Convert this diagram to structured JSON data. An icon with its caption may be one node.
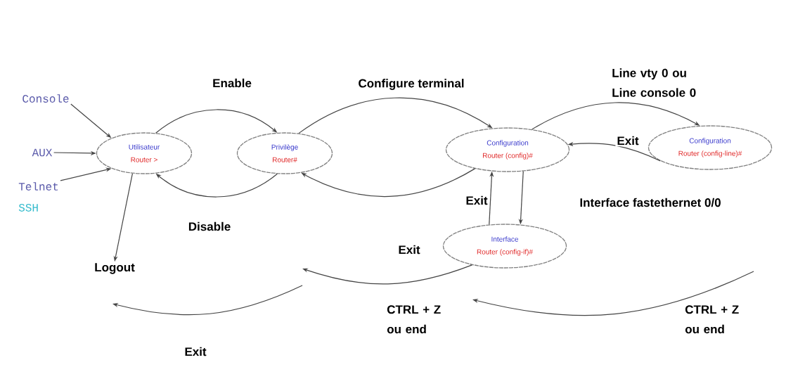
{
  "diagram": {
    "nodes": [
      {
        "text": [
          "Console"
        ]
      },
      {
        "text": [
          "AUX"
        ]
      },
      {
        "text": [
          "Telnet",
          "SSH"
        ]
      },
      {
        "text": [
          "Utilisateur",
          "Router >"
        ]
      },
      {
        "text": [
          "Privilège",
          "Router#"
        ]
      },
      {
        "text": [
          "Configuration",
          "Router (config)#"
        ]
      },
      {
        "text": [
          "Configuration",
          "Router (config-line)#"
        ]
      },
      {
        "text": [
          "Interface",
          "Router (config-if)#"
        ]
      },
      {
        "text": [
          "Logout"
        ]
      }
    ],
    "edges": [
      {
        "from": 0,
        "to": 3,
        "arrow": "to"
      },
      {
        "from": 1,
        "to": 3,
        "arrow": "to"
      },
      {
        "from": 2,
        "to": 3,
        "arrow": "to"
      },
      {
        "from": 3,
        "to": 8,
        "arrow": "to"
      },
      {
        "from": 3,
        "to": 4,
        "arrow": "to",
        "label": "Enable"
      },
      {
        "from": 4,
        "to": 3,
        "arrow": "to",
        "label": "Disable"
      },
      {
        "from": 4,
        "to": 5,
        "arrow": "to",
        "label": "Configure terminal"
      },
      {
        "from": 5,
        "to": 4,
        "arrow": "to",
        "label": "Exit"
      },
      {
        "from": 5,
        "to": 6,
        "arrow": "to",
        "label": "Line vty 0 ou Line console 0"
      },
      {
        "from": 6,
        "to": 5,
        "arrow": "to",
        "label": "Exit"
      },
      {
        "from": 5,
        "to": 7,
        "arrow": "to",
        "label": "Interface fastethernet 0/0"
      },
      {
        "from": 7,
        "to": 5,
        "arrow": "to",
        "label": "Exit"
      },
      {
        "from": 7,
        "to": null,
        "arrow": "to",
        "label": "CTRL + Z ou end"
      }
    ],
    "labels": [
      "Exit",
      "CTRL + Z ou end"
    ]
  }
}
